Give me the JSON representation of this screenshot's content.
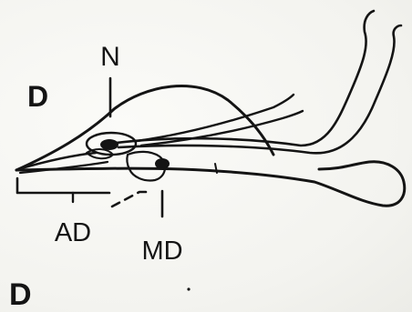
{
  "panel": {
    "letter_top": "D",
    "letter_bottom": "D"
  },
  "labels": {
    "nucleus": "N",
    "anterior_domain": "AD",
    "middle_domain": "MD"
  },
  "colors": {
    "ink": "#141414",
    "paper": "#f7f7f4"
  }
}
